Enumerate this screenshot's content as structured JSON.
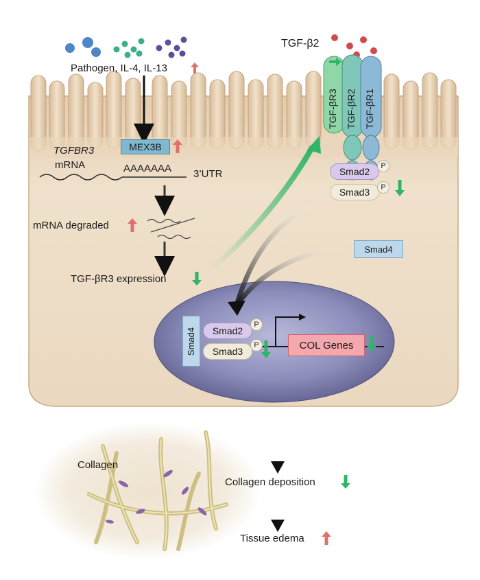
{
  "labels": {
    "stimulus": "Pathogen, IL-4, IL-13",
    "ligand": "TGF-β2",
    "gene": "TGFBR3",
    "mrna": "mRNA",
    "polya": "AAAAAAA",
    "utr": "3’UTR",
    "mex3b": "MEX3B",
    "degraded": "mRNA degraded",
    "expression": "TGF-βR3 expression",
    "smad4_cyto": "Smad4",
    "smad4_nuc": "Smad4",
    "smad2": "Smad2",
    "smad3": "Smad3",
    "phospho": "P",
    "col_genes": "COL Genes",
    "collagen": "Collagen",
    "deposition": "Collagen deposition",
    "edema": "Tissue edema"
  },
  "receptors": [
    "TGF-βR3",
    "TGF-βR2",
    "TGF-βR1"
  ],
  "regulation": {
    "stimulus": "up",
    "mex3b": "up",
    "degraded": "up",
    "expression": "down",
    "membrane_smad_phospho": "down",
    "nuclear_smad_phospho": "down",
    "col_genes": "down",
    "deposition": "down",
    "edema": "up"
  },
  "colors": {
    "up_arrow": "#e0706b",
    "down_arrow": "#2fb567",
    "cell": "#ecdcc6",
    "nucleus": "#6b6a9a",
    "mex3b_box": "#7fb8cf",
    "col_box": "#f4a7ad",
    "receptor_r3": "#8fd7a6",
    "receptor_r2": "#7fc7b8",
    "receptor_r1": "#8cb9d6"
  }
}
